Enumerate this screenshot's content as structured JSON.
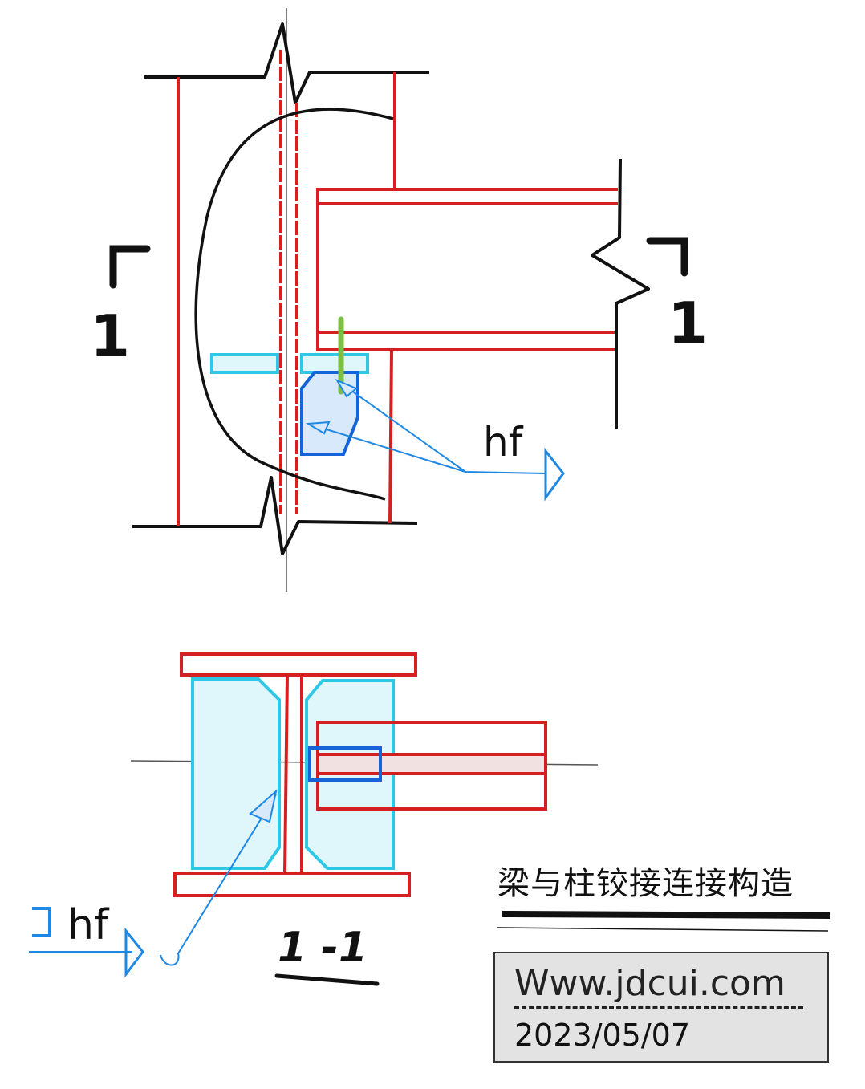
{
  "labels": {
    "section_mark_left": "1",
    "section_mark_right": "1",
    "weld_upper": "hf",
    "weld_lower": "hf",
    "section_title": "1 -1",
    "drawing_title": "梁与柱铰接连接构造",
    "website": "Www.jdcui.com",
    "date": "2023/05/07"
  },
  "colors": {
    "steel": "#d42020",
    "outline": "#111111",
    "stiffener": "#2ec8e6",
    "stiffener_fill": "#dff6fb",
    "weld": "#1565d8",
    "weld_fill": "#d7e9fb",
    "leader": "#1e88e5",
    "gravity": "#7bc043",
    "centerline": "#555555"
  }
}
